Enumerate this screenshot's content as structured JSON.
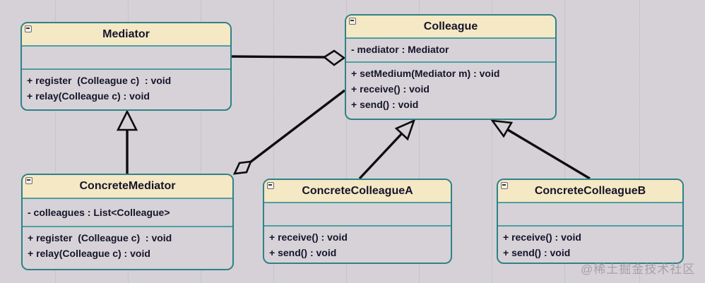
{
  "diagram": {
    "name": "mediator-pattern-uml-class-diagram",
    "watermark": "@稀土掘金技术社区",
    "colors": {
      "background": "#d5d1d7",
      "class_body": "#d6d2d8",
      "header_fill": "#f5e8c4",
      "border_teal": "#2e8287",
      "divider_teal": "#4f9fa0",
      "text": "#15152a",
      "connector": "#0d0d0d",
      "watermark": "#9e98a0"
    }
  },
  "icons": {
    "collapse": "minus-square"
  },
  "classes": [
    {
      "id": "mediator",
      "name": "Mediator",
      "attributes": [],
      "methods": [
        "+ register  (Colleague c)  : void",
        "+ relay(Colleague c) : void"
      ]
    },
    {
      "id": "colleague",
      "name": "Colleague",
      "attributes": [
        "- mediator : Mediator"
      ],
      "methods": [
        "+ setMedium(Mediator m) : void",
        "+ receive() : void",
        "+ send() : void"
      ]
    },
    {
      "id": "concrete-mediator",
      "name": "ConcreteMediator",
      "attributes": [
        "- colleagues : List<Colleague>"
      ],
      "methods": [
        "+ register  (Colleague c)  : void",
        "+ relay(Colleague c) : void"
      ]
    },
    {
      "id": "concrete-colleague-a",
      "name": "ConcreteColleagueA",
      "attributes": [],
      "methods": [
        "+ receive() : void",
        "+ send() : void"
      ]
    },
    {
      "id": "concrete-colleague-b",
      "name": "ConcreteColleagueB",
      "attributes": [],
      "methods": [
        "+ receive() : void",
        "+ send() : void"
      ]
    }
  ],
  "relationships": [
    {
      "type": "aggregation",
      "from": "Mediator",
      "to": "Colleague",
      "diamond_at": "Colleague"
    },
    {
      "type": "generalization",
      "from": "ConcreteMediator",
      "to": "Mediator"
    },
    {
      "type": "aggregation",
      "from": "Colleague",
      "to": "ConcreteMediator",
      "diamond_at": "ConcreteMediator"
    },
    {
      "type": "generalization",
      "from": "ConcreteColleagueA",
      "to": "Colleague"
    },
    {
      "type": "generalization",
      "from": "ConcreteColleagueB",
      "to": "Colleague"
    }
  ]
}
